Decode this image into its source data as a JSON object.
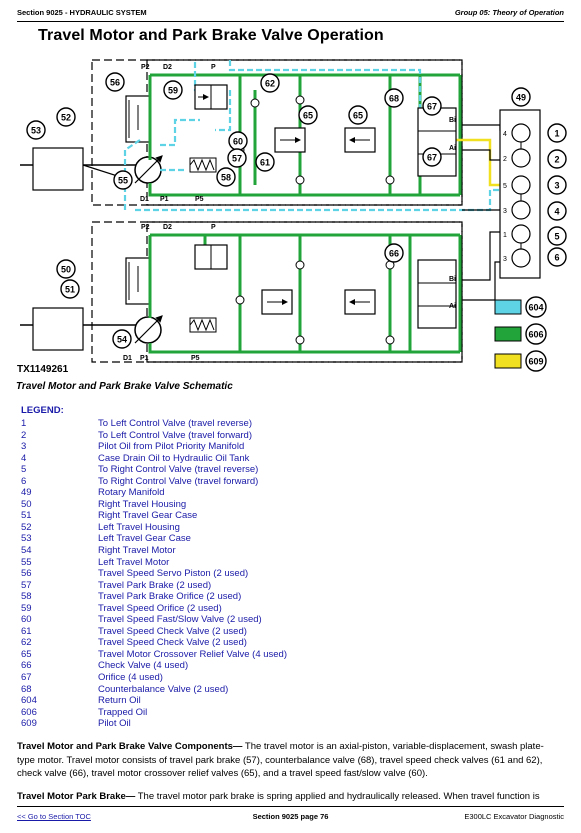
{
  "header": {
    "section": "Section 9025 - HYDRAULIC SYSTEM",
    "group": "Group 05: Theory of Operation"
  },
  "title": "Travel Motor and Park Brake Valve Operation",
  "schematic": {
    "figure_id": "TX1149261",
    "ports": {
      "p2": "P2",
      "d2": "D2",
      "p": "P",
      "d1": "D1",
      "p1": "P1",
      "p5": "P5",
      "bi": "Bi",
      "ai": "Ai"
    },
    "swatches": [
      {
        "label": "604",
        "color": "#5fd3e6"
      },
      {
        "label": "606",
        "color": "#22a43a"
      },
      {
        "label": "609",
        "color": "#f0e020"
      }
    ],
    "colors": {
      "return": "#5fd3e6",
      "trapped": "#22a43a",
      "pilot": "#f0e020"
    }
  },
  "caption": "Travel Motor and Park Brake Valve Schematic",
  "legend": {
    "title": "LEGEND:",
    "items": [
      {
        "key": "1",
        "text": "To Left Control Valve (travel reverse)"
      },
      {
        "key": "2",
        "text": "To Left Control Valve (travel forward)"
      },
      {
        "key": "3",
        "text": "Pilot Oil from Pilot Priority Manifold"
      },
      {
        "key": "4",
        "text": "Case Drain Oil to Hydraulic Oil Tank"
      },
      {
        "key": "5",
        "text": "To Right Control Valve (travel reverse)"
      },
      {
        "key": "6",
        "text": "To Right Control Valve (travel forward)"
      },
      {
        "key": "49",
        "text": "Rotary Manifold"
      },
      {
        "key": "50",
        "text": "Right Travel Housing"
      },
      {
        "key": "51",
        "text": "Right Travel Gear Case"
      },
      {
        "key": "52",
        "text": "Left Travel Housing"
      },
      {
        "key": "53",
        "text": "Left Travel Gear Case"
      },
      {
        "key": "54",
        "text": "Right Travel Motor"
      },
      {
        "key": "55",
        "text": "Left Travel Motor"
      },
      {
        "key": "56",
        "text": "Travel Speed Servo Piston (2 used)"
      },
      {
        "key": "57",
        "text": "Travel Park Brake (2 used)"
      },
      {
        "key": "58",
        "text": "Travel Park Brake Orifice (2 used)"
      },
      {
        "key": "59",
        "text": "Travel Speed Orifice (2 used)"
      },
      {
        "key": "60",
        "text": "Travel Speed Fast/Slow Valve (2 used)"
      },
      {
        "key": "61",
        "text": "Travel Speed Check Valve (2 used)"
      },
      {
        "key": "62",
        "text": "Travel Speed Check Valve (2 used)"
      },
      {
        "key": "65",
        "text": "Travel Motor Crossover Relief Valve (4 used)"
      },
      {
        "key": "66",
        "text": "Check Valve (4 used)"
      },
      {
        "key": "67",
        "text": "Orifice (4 used)"
      },
      {
        "key": "68",
        "text": "Counterbalance Valve (2 used)"
      },
      {
        "key": "604",
        "text": "Return Oil"
      },
      {
        "key": "606",
        "text": "Trapped Oil"
      },
      {
        "key": "609",
        "text": "Pilot Oil"
      }
    ]
  },
  "paragraphs": {
    "components_head": "Travel Motor and Park Brake Valve Components—",
    "components_line1": " The travel motor is an axial-piston, variable-displacement, swash plate-",
    "components_line2": "type motor. Travel motor consists of travel park brake (57), counterbalance valve (68), travel speed check valves (61 and 62),",
    "components_line3": "check valve (66), travel motor crossover relief valves (65), and a travel speed fast/slow valve (60).",
    "brake_head": "Travel Motor Park Brake—",
    "brake_text": " The travel motor park brake is spring applied and hydraulically released. When travel function is"
  },
  "footer": {
    "toc": "<< Go to Section TOC",
    "page": "Section 9025 page 76",
    "doc": "E300LC Excavator Diagnostic"
  }
}
